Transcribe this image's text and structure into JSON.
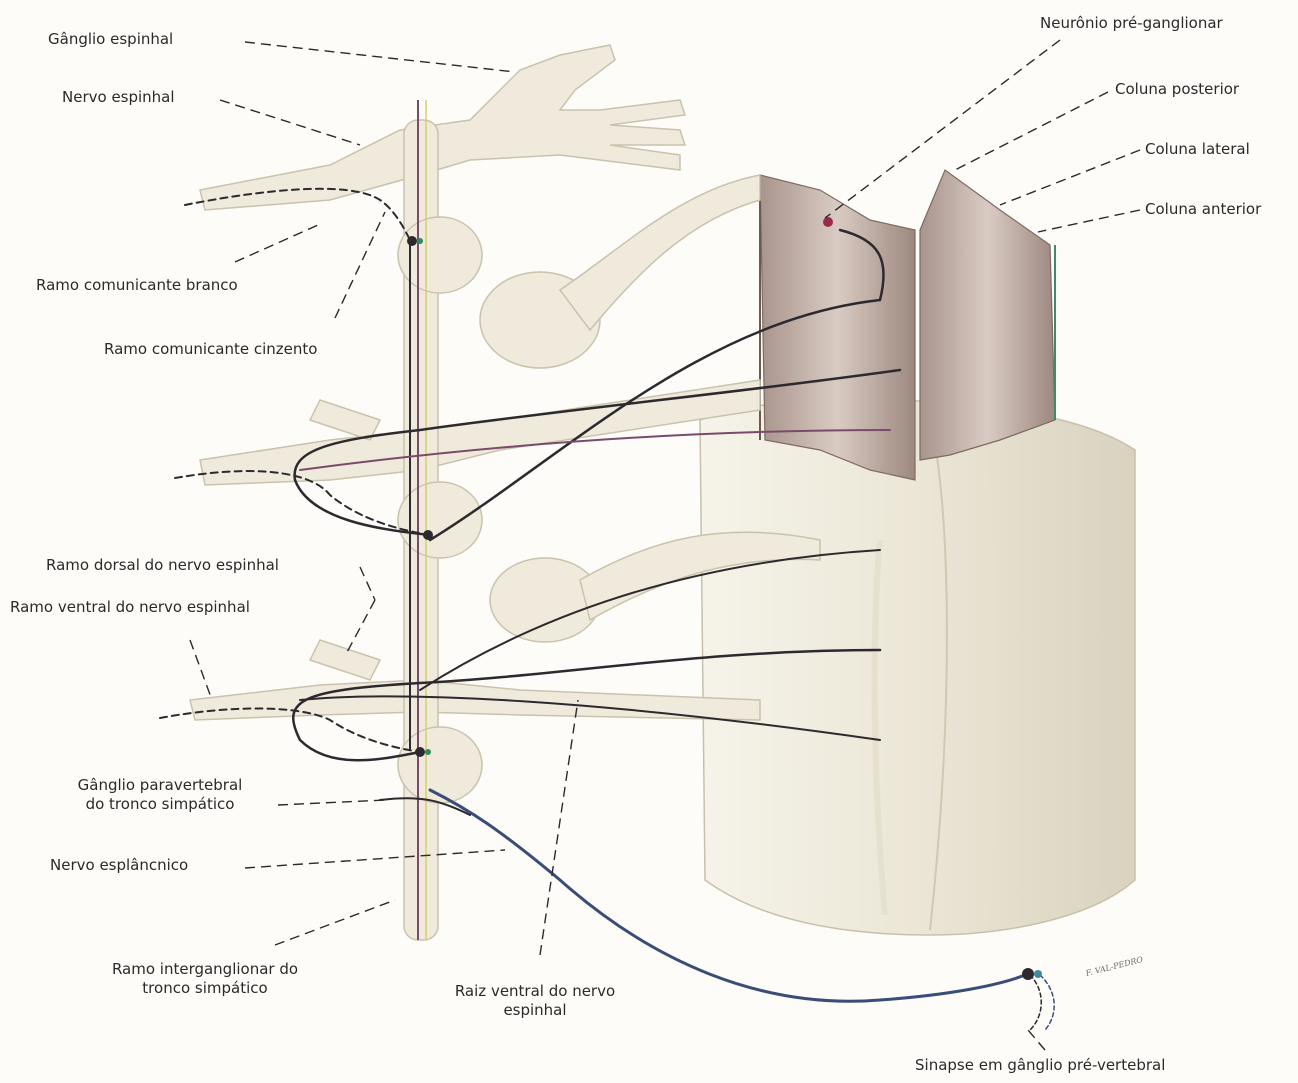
{
  "labels": {
    "ganglio_espinhal": "Gânglio espinhal",
    "nervo_espinhal": "Nervo espinhal",
    "ramo_comunicante_branco": "Ramo comunicante branco",
    "ramo_comunicante_cinzento": "Ramo comunicante cinzento",
    "ramo_dorsal": "Ramo dorsal do nervo espinhal",
    "ramo_ventral": "Ramo ventral do nervo espinhal",
    "ganglio_paravertebral_1": "Gânglio paravertebral",
    "ganglio_paravertebral_2": "do tronco simpático",
    "nervo_esplancnico": "Nervo esplâncnico",
    "ramo_interganglionar_1": "Ramo interganglionar do",
    "ramo_interganglionar_2": "tronco simpático",
    "raiz_ventral_1": "Raiz ventral do nervo",
    "raiz_ventral_2": "espinhal",
    "neuronio_pre": "Neurônio pré-ganglionar",
    "coluna_posterior": "Coluna posterior",
    "coluna_lateral": "Coluna lateral",
    "coluna_anterior": "Coluna anterior",
    "sinapse": "Sinapse em gânglio pré-vertebral",
    "signature": "F. VAL-PEDRO"
  },
  "colors": {
    "nerve_fill": "#efeadc",
    "nerve_stroke": "#c9c2ad",
    "gray_matter": "#8c7a72",
    "fiber_dark": "#2c2a2e",
    "fiber_purple": "#7a4a6a",
    "fiber_yellow": "#d8cf6a",
    "fiber_blue": "#3a4c78",
    "synapse_green": "#2e8a5a"
  }
}
